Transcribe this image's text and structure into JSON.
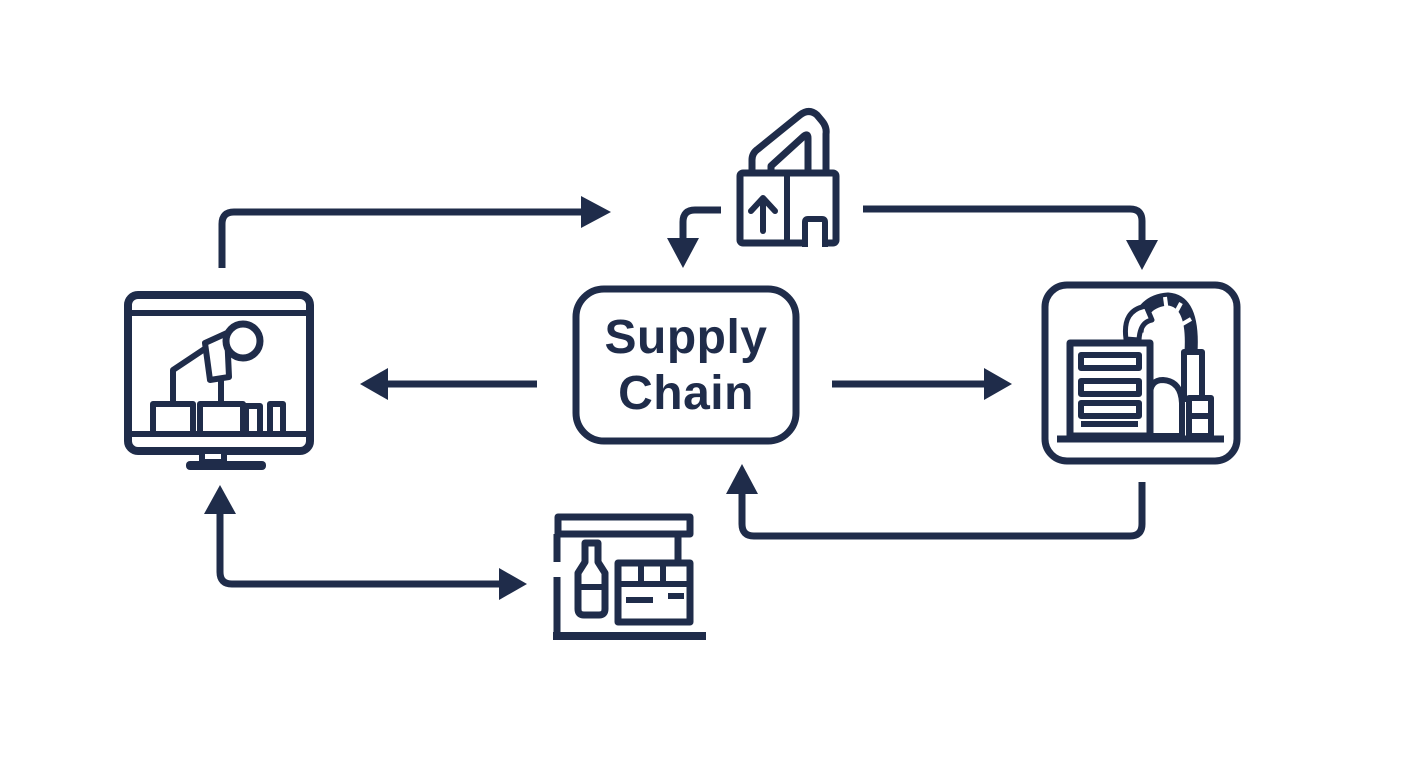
{
  "diagram": {
    "background": "#ffffff",
    "ink": "#1f2c4a",
    "center_node": {
      "label": "Supply Chain",
      "line1": "Supply",
      "line2": "Chain"
    },
    "nodes": [
      {
        "id": "left",
        "icon": "analytics-monitor-icon",
        "depicts": "monitor with robotic arm over boxes"
      },
      {
        "id": "top",
        "icon": "shipping-box-icon",
        "depicts": "box with up arrow and slanted handle"
      },
      {
        "id": "right",
        "icon": "warehouse-robot-icon",
        "depicts": "shelving unit with segmented robot arm"
      },
      {
        "id": "bottom",
        "icon": "retail-shelf-icon",
        "depicts": "store shelf with bottle and crate"
      },
      {
        "id": "center",
        "icon": "supply-chain-box",
        "depicts": "rounded rectangle with title"
      }
    ],
    "arrows": [
      {
        "id": "monitor-to-shipping",
        "direction": "up-then-right"
      },
      {
        "id": "shipping-to-center",
        "direction": "left-then-down"
      },
      {
        "id": "shipping-to-warehouse",
        "direction": "right-then-down"
      },
      {
        "id": "center-to-monitor",
        "direction": "left"
      },
      {
        "id": "center-to-warehouse",
        "direction": "right"
      },
      {
        "id": "warehouse-to-center",
        "direction": "down-left-then-up"
      },
      {
        "id": "shelf-monitor-link",
        "direction": "up-and-right-double-headed"
      }
    ]
  }
}
